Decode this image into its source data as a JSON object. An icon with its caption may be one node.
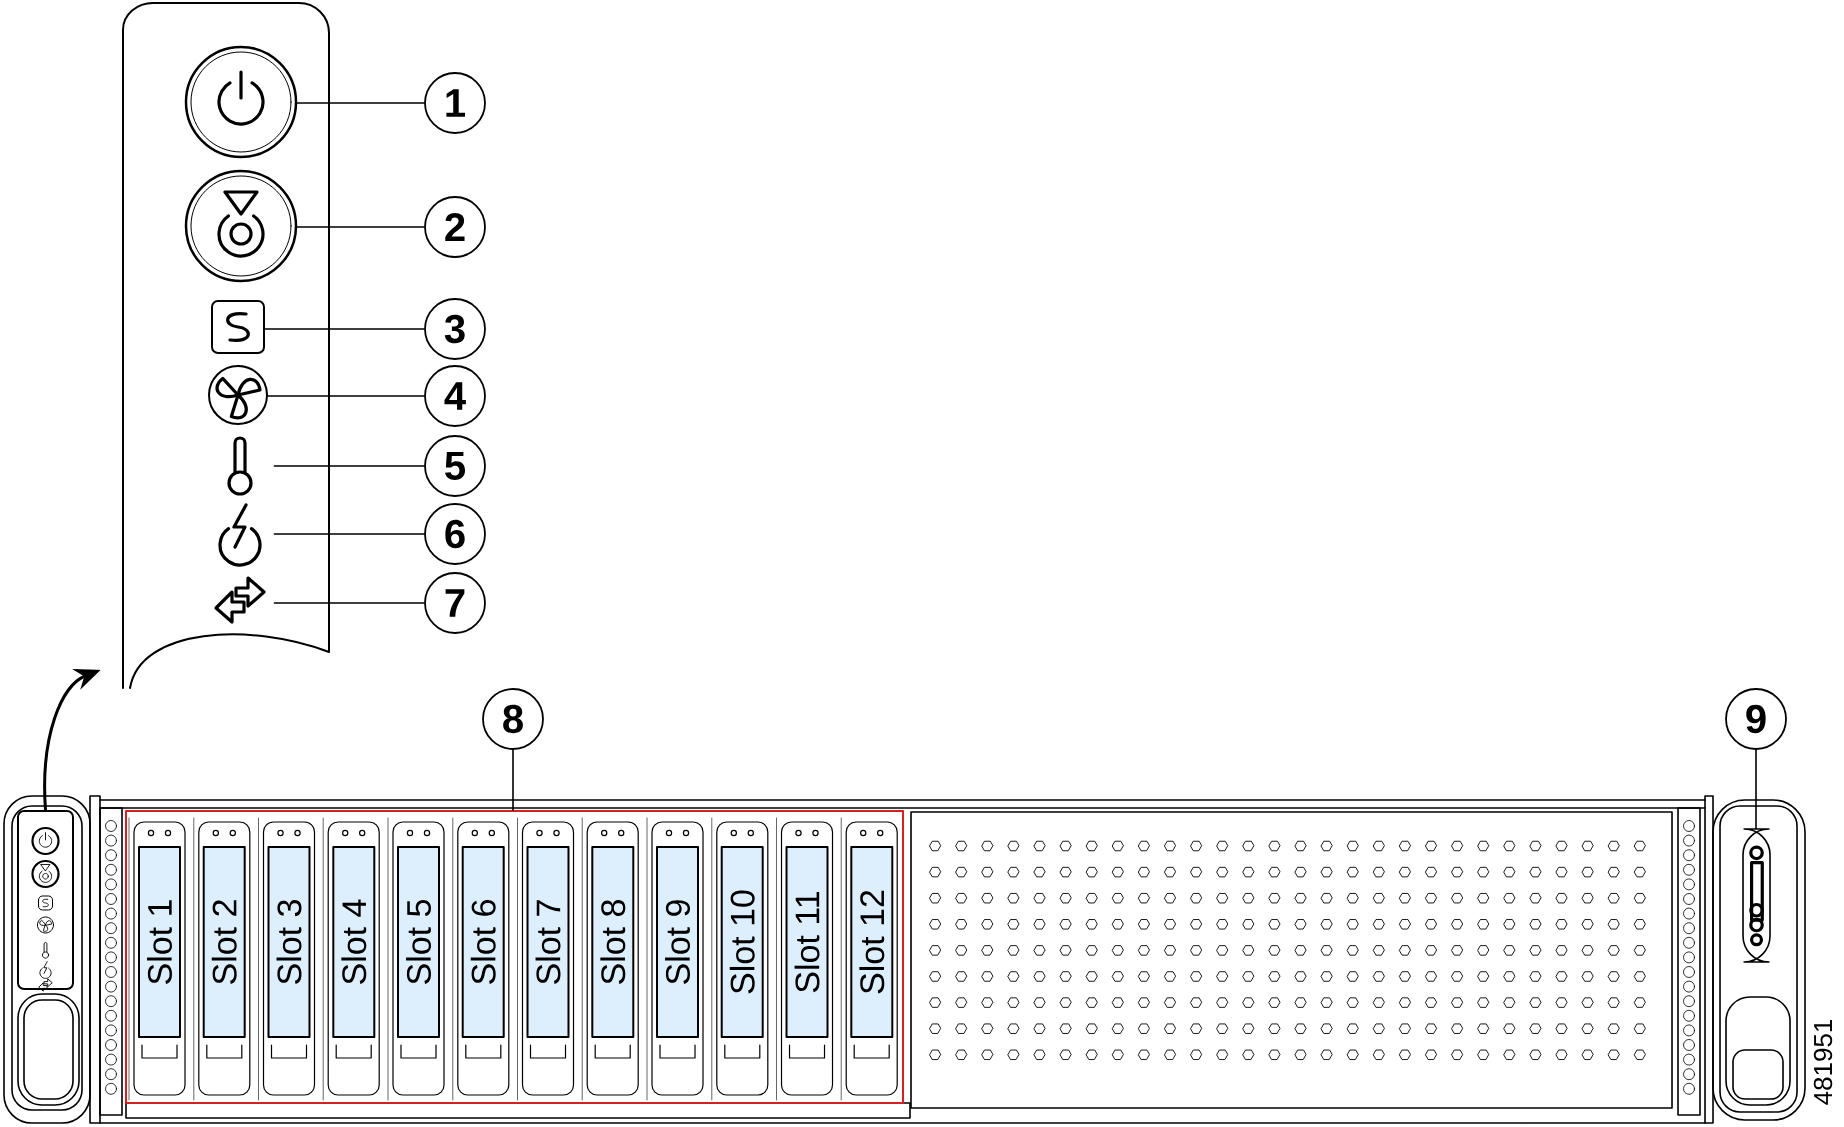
{
  "diagram": {
    "nodes": [
      {
        "text": [],
        "shape": "box"
      },
      {
        "text": [],
        "shape": "circle",
        "in": 0
      },
      {
        "text": [],
        "shape": "circle",
        "in": 0
      },
      {
        "text": [],
        "shape": "box",
        "in": 0
      },
      {
        "text": [],
        "shape": "circle",
        "in": 0
      },
      {
        "text": [],
        "shape": "picture",
        "in": 0
      },
      {
        "text": [],
        "shape": "picture",
        "in": 0
      },
      {
        "text": [],
        "shape": "picture",
        "in": 0
      },
      {
        "text": [
          "1"
        ]
      },
      {
        "text": [
          "2"
        ]
      },
      {
        "text": [
          "3"
        ]
      },
      {
        "text": [
          "4"
        ]
      },
      {
        "text": [
          "5"
        ]
      },
      {
        "text": [
          "6"
        ]
      },
      {
        "text": [
          "7"
        ]
      },
      {
        "text": [
          "8"
        ]
      },
      {
        "text": [
          "9"
        ]
      },
      {
        "text": [],
        "shape": "box"
      },
      {
        "text": [
          "Slot 1"
        ],
        "in": 17
      },
      {
        "text": [
          "Slot 2"
        ],
        "in": 17
      },
      {
        "text": [
          "Slot 3"
        ],
        "in": 17
      },
      {
        "text": [
          "Slot 4"
        ],
        "in": 17
      },
      {
        "text": [
          "Slot 5"
        ],
        "in": 17
      },
      {
        "text": [
          "Slot 6"
        ],
        "in": 17
      },
      {
        "text": [
          "Slot 7"
        ],
        "in": 17
      },
      {
        "text": [
          "Slot 8"
        ],
        "in": 17
      },
      {
        "text": [
          "Slot 9"
        ],
        "in": 17
      },
      {
        "text": [
          "Slot 10"
        ],
        "in": 17
      },
      {
        "text": [
          "Slot 11"
        ],
        "in": 17
      },
      {
        "text": [
          "Slot 12"
        ],
        "in": 17
      },
      {
        "text": [],
        "shape": "picture"
      },
      {
        "text": [],
        "shape": "box"
      }
    ],
    "edges": [
      {
        "from": 8,
        "to": 1,
        "arrow": "none"
      },
      {
        "from": 9,
        "to": 2,
        "arrow": "none"
      },
      {
        "from": 10,
        "to": 3,
        "arrow": "none"
      },
      {
        "from": 11,
        "to": 4,
        "arrow": "none"
      },
      {
        "from": 12,
        "to": 5,
        "arrow": "none"
      },
      {
        "from": 13,
        "to": 6,
        "arrow": "none"
      },
      {
        "from": 14,
        "to": 7,
        "arrow": "none"
      },
      {
        "from": 15,
        "to": 17,
        "arrow": "none"
      },
      {
        "from": 16,
        "to": 30,
        "arrow": "none"
      },
      {
        "from": 31,
        "to": 0,
        "arrow": "to"
      }
    ],
    "labels": [
      "481951"
    ]
  }
}
